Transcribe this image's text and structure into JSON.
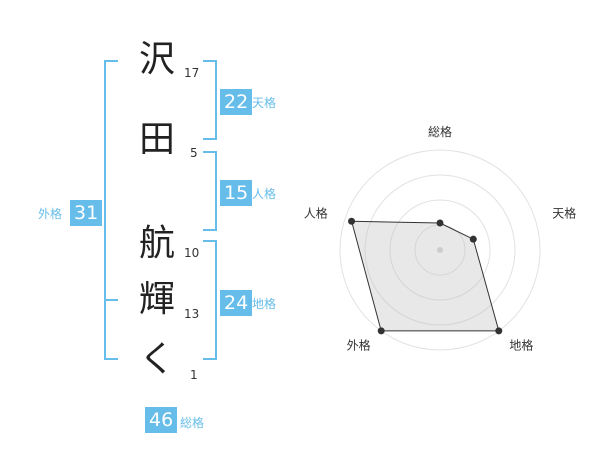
{
  "name_chars": [
    {
      "char": "沢",
      "strokes": "17"
    },
    {
      "char": "田",
      "strokes": "5"
    },
    {
      "char": "航",
      "strokes": "10"
    },
    {
      "char": "輝",
      "strokes": "13"
    },
    {
      "char": "く",
      "strokes": "1"
    }
  ],
  "fortune": {
    "tenkaku": {
      "value": "22",
      "label": "天格"
    },
    "jinkaku": {
      "value": "15",
      "label": "人格"
    },
    "chikaku": {
      "value": "24",
      "label": "地格"
    },
    "gaikaku": {
      "value": "31",
      "label": "外格"
    },
    "soukaku": {
      "value": "46",
      "label": "総格"
    }
  },
  "colors": {
    "accent": "#66bde9",
    "text": "#222222"
  },
  "chart_data": {
    "type": "radar",
    "axes": [
      "総格",
      "天格",
      "地格",
      "外格",
      "人格"
    ],
    "values": [
      0.27,
      0.35,
      1.0,
      1.0,
      0.93
    ],
    "levels": 4
  }
}
